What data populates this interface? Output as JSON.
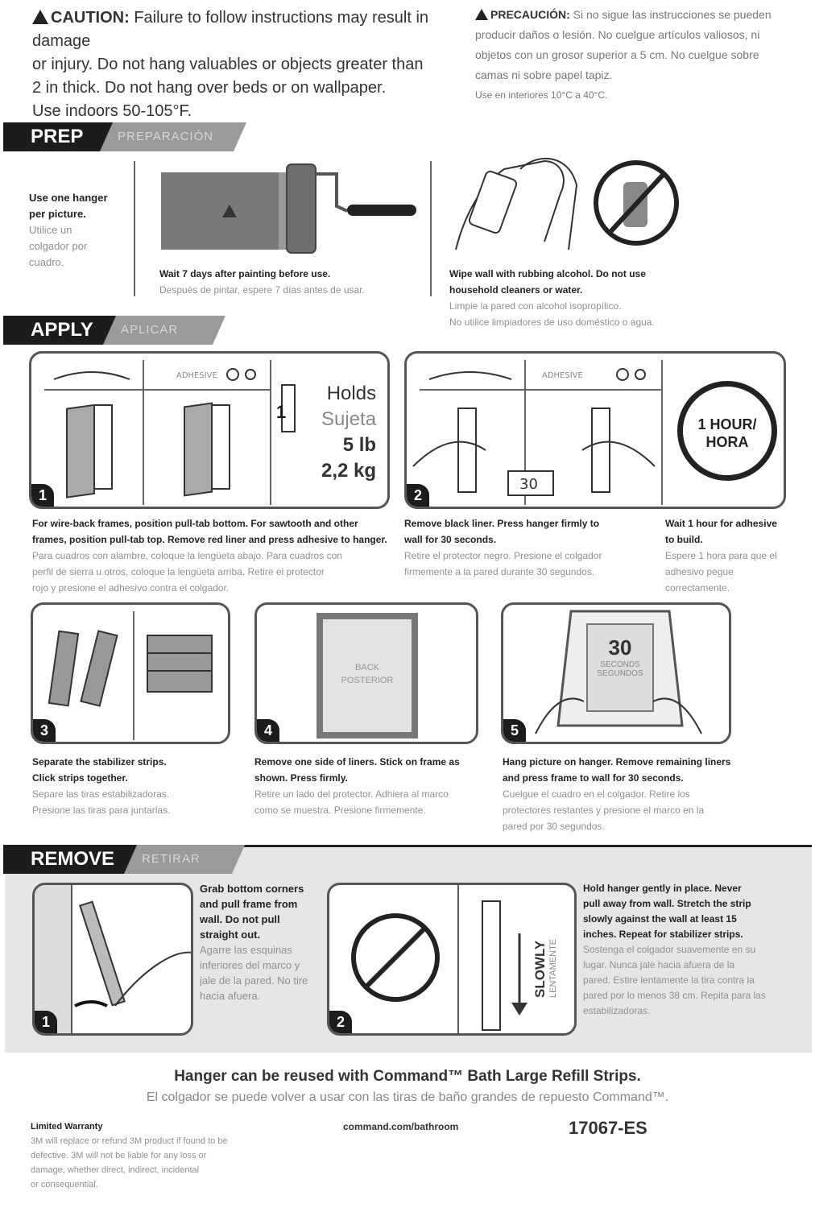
{
  "caution": {
    "label": "CAUTION:",
    "text_lines": [
      "Failure to follow instructions may result in damage",
      "or injury. Do not hang valuables or objects greater than",
      "2 in thick. Do not hang over beds or on wallpaper.",
      "Use indoors 50-105°F."
    ],
    "es_label": "PRECAUCIÓN:",
    "es_lines": [
      "Si no sigue las instrucciones se pueden",
      "producir daños o lesión. No cuelgue artículos valiosos, ni",
      "objetos con un grosor superior a 5 cm. No cuelgue sobre",
      "camas ni sobre papel tapiz.",
      "Use en interiores 10°C a 40°C."
    ]
  },
  "prep": {
    "title": "PREP",
    "subtitle": "PREPARACIÓN",
    "one_hanger_b": [
      "Use one hanger",
      "per picture."
    ],
    "one_hanger_g": [
      "Utilice un",
      "colgador por",
      "cuadro."
    ],
    "wait_b": "Wait 7 days after painting before use.",
    "wait_g": "Después de pintar, espere 7 días antes de usar.",
    "wipe_b": [
      "Wipe wall with rubbing alcohol. Do not use",
      "household cleaners or water."
    ],
    "wipe_g": [
      "Limpie la pared con alcohol isopropílico.",
      "No utilice limpiadores de uso doméstico o agua."
    ]
  },
  "apply": {
    "title": "APPLY",
    "subtitle": "APLICAR",
    "holds": [
      "Holds",
      "Sujeta",
      "5 lb",
      "2,2 kg"
    ],
    "holds_count": "1",
    "hour": [
      "1 HOUR/",
      "HORA"
    ],
    "timer_30": "30",
    "step1_b": [
      "For wire-back frames, position pull-tab bottom. For sawtooth and other",
      "frames, position pull-tab top. Remove red liner and press adhesive to hanger."
    ],
    "step1_g": [
      "Para cuadros con alambre, coloque la lengüeta abajo. Para cuadros con",
      "perfil de sierra u otros, coloque la lengüeta arriba. Retire el protector",
      "rojo y presione el adhesivo contra el colgador."
    ],
    "step2_b": [
      "Remove black liner. Press hanger firmly to",
      "wall for 30 seconds."
    ],
    "step2_g": [
      "Retire el protector negro. Presione el colgador",
      "firmemente a la pared durante 30 segundos."
    ],
    "step_wait_b": [
      "Wait 1 hour for adhesive",
      "to build."
    ],
    "step_wait_g": [
      "Espere 1 hora para que el",
      "adhesivo pegue",
      "correctamente."
    ],
    "step3_b": [
      "Separate the stabilizer strips.",
      "Click strips together."
    ],
    "step3_g": [
      "Separe las tiras estabilizadoras.",
      "Presione las tiras para juntarlas."
    ],
    "step4_b": [
      "Remove one side of liners. Stick on frame as",
      "shown. Press firmly."
    ],
    "step4_g": [
      "Retire un lado del protector. Adhiera al marco",
      "como se muestra. Presione firmemente."
    ],
    "step4_back": [
      "BACK",
      "POSTERIOR"
    ],
    "step5_b": [
      "Hang picture on hanger. Remove remaining liners",
      "and press frame to wall for 30 seconds."
    ],
    "step5_g": [
      "Cuelgue el cuadro en el colgador. Retire los",
      "protectores restantes y presione el marco en la",
      "pared por 30 segundos."
    ],
    "step5_timer": [
      "30",
      "SECONDS",
      "SEGUNDOS"
    ]
  },
  "remove": {
    "title": "REMOVE",
    "subtitle": "RETIRAR",
    "r1_b": [
      "Grab bottom corners",
      "and pull frame from",
      "wall. Do not pull",
      "straight out."
    ],
    "r1_g": [
      "Agarre las esquinas",
      "inferiores del marco y",
      "jale de la pared. No tire",
      "hacia afuera."
    ],
    "r2_b": [
      "Hold hanger gently in place. Never",
      "pull away from wall. Stretch the strip",
      "slowly against the wall at least 15",
      "inches. Repeat for stabilizer strips."
    ],
    "r2_g": [
      "Sostenga el colgador suavemente en su",
      "lugar. Nunca jale hacia afuera de la",
      "pared. Estire lentamente la tira contra la",
      "pared por lo menos 38 cm. Repita para las",
      "estabilizadoras."
    ],
    "slowly": [
      "SLOWLY",
      "LENTAMENTE"
    ]
  },
  "footer": {
    "reuse": "Hanger can be reused with Command™ Bath Large Refill Strips.",
    "reuse_es": "El colgador se puede volver a usar con las tiras de baño grandes de repuesto Command™.",
    "warranty_b": "Limited Warranty",
    "warranty_lines": [
      "3M will replace or refund 3M product if found to be",
      "defective. 3M will not be liable for any loss or",
      "damage, whether direct, indirect, incidental",
      "or consequential."
    ],
    "website": "command.com/bathroom",
    "code": "17067-ES"
  },
  "colors": {
    "dark": "#1c1c1c",
    "banner_sub": "#9a9a9a",
    "remove_bg": "#e6e6e6",
    "box_border": "#555555"
  }
}
